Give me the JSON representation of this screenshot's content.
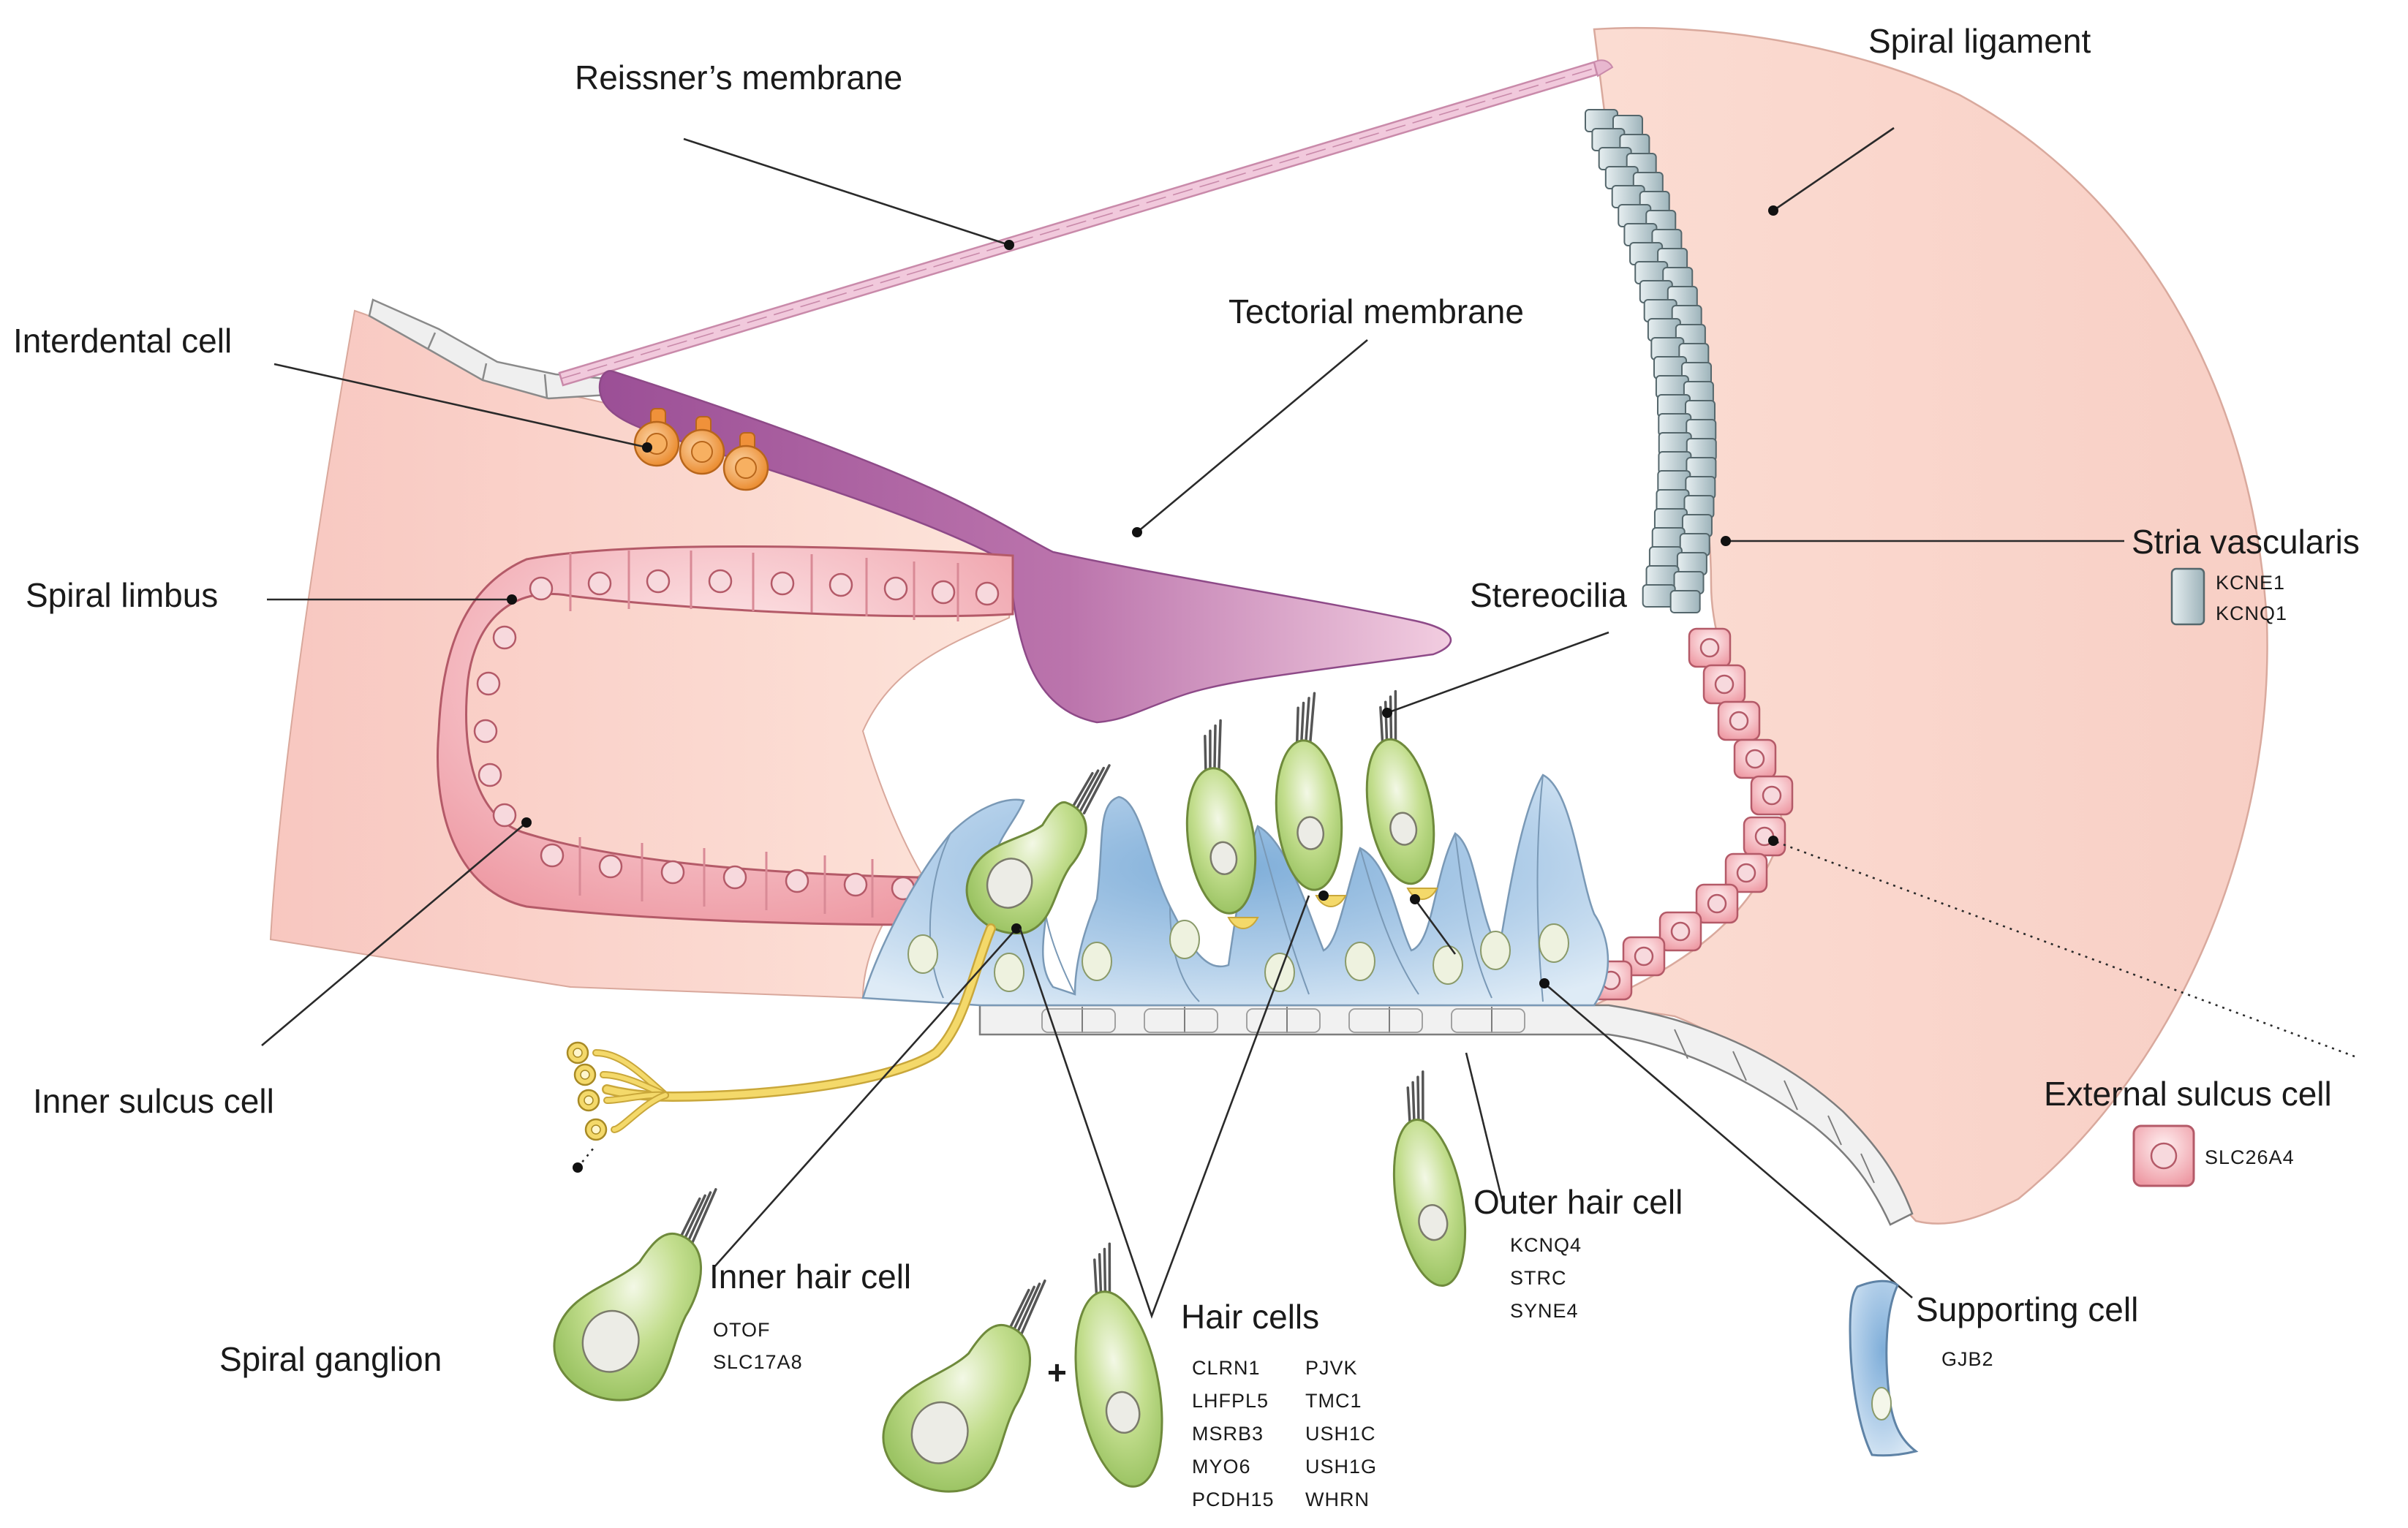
{
  "labels": {
    "reissners_membrane": "Reissner’s membrane",
    "spiral_ligament": "Spiral ligament",
    "interdental_cell": "Interdental cell",
    "tectorial_membrane": "Tectorial membrane",
    "spiral_limbus": "Spiral limbus",
    "stria_vascularis": "Stria vascularis",
    "stereocilia": "Stereocilia",
    "inner_sulcus_cell": "Inner sulcus cell",
    "external_sulcus_cell": "External sulcus cell",
    "outer_hair_cell": "Outer hair cell",
    "inner_hair_cell": "Inner hair cell",
    "hair_cells": "Hair cells",
    "supporting_cell": "Supporting cell",
    "spiral_ganglion": "Spiral ganglion",
    "plus": "+"
  },
  "genes": {
    "stria_vascularis": [
      "KCNE1",
      "KCNQ1"
    ],
    "external_sulcus_cell": [
      "SLC26A4"
    ],
    "outer_hair_cell": [
      "KCNQ4",
      "STRC",
      "SYNE4"
    ],
    "inner_hair_cell": [
      "OTOF",
      "SLC17A8"
    ],
    "hair_cells_col1": [
      "CLRN1",
      "LHFPL5",
      "MSRB3",
      "MYO6",
      "PCDH15"
    ],
    "hair_cells_col2": [
      "PJVK",
      "TMC1",
      "USH1C",
      "USH1G",
      "WHRN"
    ],
    "supporting_cell": [
      "GJB2"
    ]
  },
  "colors": {
    "limbus_tissue": "#fbd9d0",
    "ligament_tissue": "#fad8cf",
    "tectorial_membrane": "#a65e9f",
    "reissners_membrane": "#e8b7cf",
    "sulcus_cells": "#f2a9b1",
    "interdental_cells": "#f0913a",
    "stria_cells": "#b9cbd0",
    "supporting_cells": "#a9c8e6",
    "hair_cells": "#b6d67c",
    "ganglion_neurons": "#f2d25b",
    "basilar_membrane": "#f1f1f1"
  },
  "icons": [
    "spiral-ganglion-neuron-icon",
    "inner-hair-cell-icon",
    "outer-hair-cell-icon",
    "supporting-cell-icon",
    "stria-cell-icon",
    "external-sulcus-cell-icon"
  ]
}
